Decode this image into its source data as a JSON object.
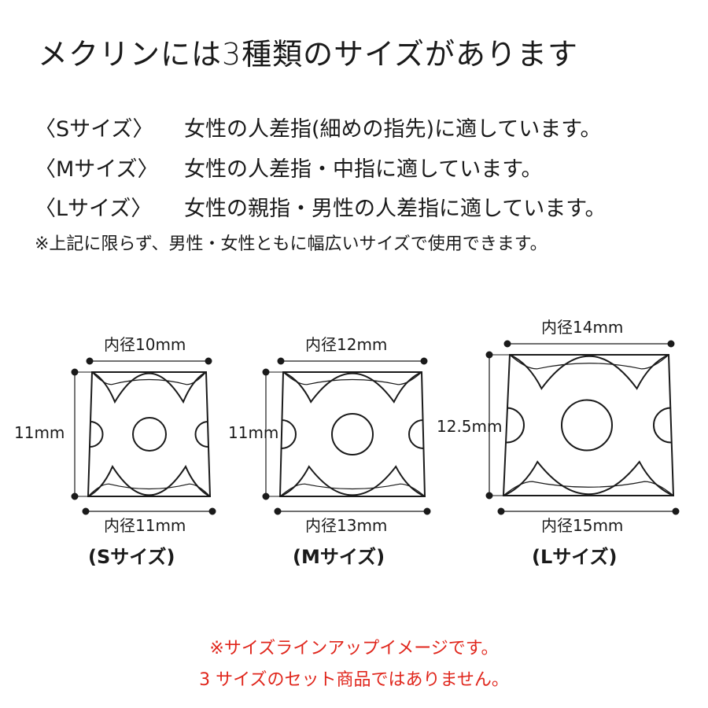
{
  "title": "メクリンには3種類のサイズがあります",
  "sizes_text": [
    {
      "label": "〈Sサイズ〉",
      "desc": "女性の人差指(細めの指先)に適しています。"
    },
    {
      "label": "〈Mサイズ〉",
      "desc": "女性の人差指・中指に適しています。"
    },
    {
      "label": "〈Lサイズ〉",
      "desc": "女性の親指・男性の人差指に適しています。"
    }
  ],
  "note": "※上記に限らず、男性・女性ともに幅広いサイズで使用できます。",
  "diagrams": [
    {
      "top": "内径10mm",
      "height": "11mm",
      "bottom": "内径11mm",
      "caption": "(Sサイズ)"
    },
    {
      "top": "内径12mm",
      "height": "11mm",
      "bottom": "内径13mm",
      "caption": "(Mサイズ)"
    },
    {
      "top": "内径14mm",
      "height": "12.5mm",
      "bottom": "内径15mm",
      "caption": "(Lサイズ)"
    }
  ],
  "disclaimer": [
    "※サイズラインアップイメージです。",
    "3 サイズのセット商品ではありません。"
  ],
  "colors": {
    "text": "#1a1a1a",
    "warning": "#e0261c"
  }
}
